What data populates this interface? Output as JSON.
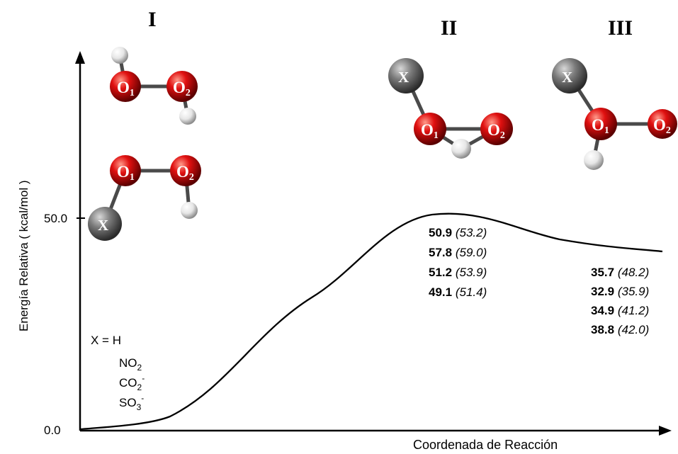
{
  "colors": {
    "oxygen": "#e01010",
    "hydrogen": "#f2f2f2",
    "x_group": "#7a7a7a",
    "bond": "#4a4a4a",
    "curve": "#000000"
  },
  "labels": {
    "stage1": "I",
    "stage2": "II",
    "stage3": "III",
    "y_axis": "Energía Relativa  ( kcal/mol )",
    "x_axis": "Coordenada de Reacción",
    "y_tick_50": "50.0",
    "y_tick_0": "0.0"
  },
  "atoms": {
    "o1": "O",
    "o2": "O",
    "sub1": "1",
    "sub2": "2",
    "x": "X"
  },
  "legend": {
    "x_eq": "X = H",
    "items": [
      {
        "base": "NO",
        "sub": "2",
        "sup": ""
      },
      {
        "base": "CO",
        "sub": "2",
        "sup": "-"
      },
      {
        "base": "SO",
        "sub": "3",
        "sup": "-"
      }
    ]
  },
  "energies_ts": [
    {
      "value": "50.9",
      "alt": "(53.2)"
    },
    {
      "value": "57.8",
      "alt": "(59.0)"
    },
    {
      "value": "51.2",
      "alt": "(53.9)"
    },
    {
      "value": "49.1",
      "alt": "(51.4)"
    }
  ],
  "energies_product": [
    {
      "value": "35.7",
      "alt": "(48.2)"
    },
    {
      "value": "32.9",
      "alt": "(35.9)"
    },
    {
      "value": "34.9",
      "alt": "(41.2)"
    },
    {
      "value": "38.8",
      "alt": "(42.0)"
    }
  ]
}
